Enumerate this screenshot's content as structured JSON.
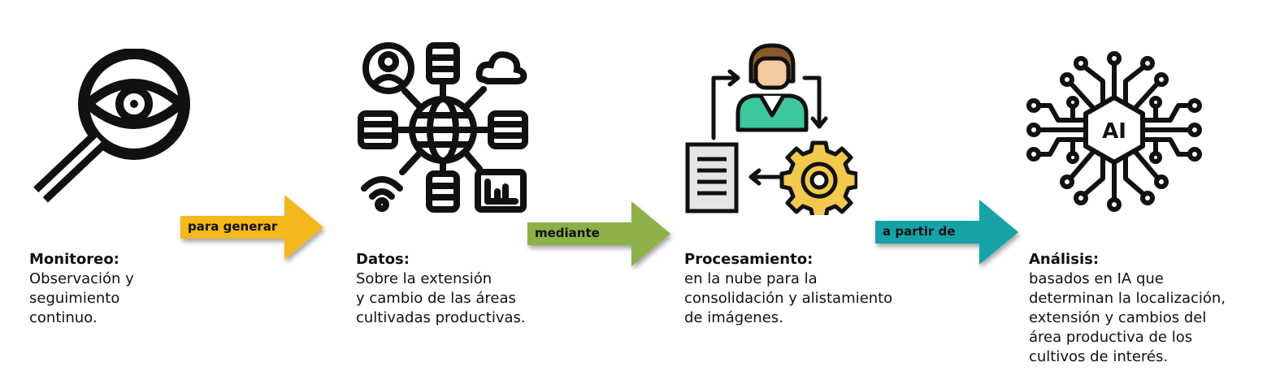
{
  "steps": [
    {
      "title": "Monitoreo:",
      "description": "Observación y\nseguimiento\ncontinuo.",
      "icon": "magnifier-eye-icon"
    },
    {
      "title": "Datos:",
      "description": "Sobre la extensión\ny cambio de las áreas\ncultivadas productivas.",
      "icon": "data-network-icon"
    },
    {
      "title": "Procesamiento:",
      "description": "en la nube para la\nconsolidación y alistamiento\nde imágenes.",
      "icon": "processing-person-gear-icon"
    },
    {
      "title": "Análisis:",
      "description": "basados en IA que\ndeterminan la localización,\nextensión y cambios del\nárea productiva de los\ncultivos de interés.",
      "icon": "ai-chip-icon",
      "icon_text": "AI"
    }
  ],
  "arrows": [
    {
      "label": "para generar",
      "color": "#f4b71e"
    },
    {
      "label": "mediante",
      "color": "#8db04a"
    },
    {
      "label": "a partir de",
      "color": "#17a3a8"
    }
  ],
  "colors": {
    "icon_stroke": "#111111",
    "skin": "#f2c9a0",
    "hair": "#8a5a2b",
    "shirt": "#3fc7a0",
    "gear": "#f2c94c",
    "document": "#e5e5e5"
  }
}
